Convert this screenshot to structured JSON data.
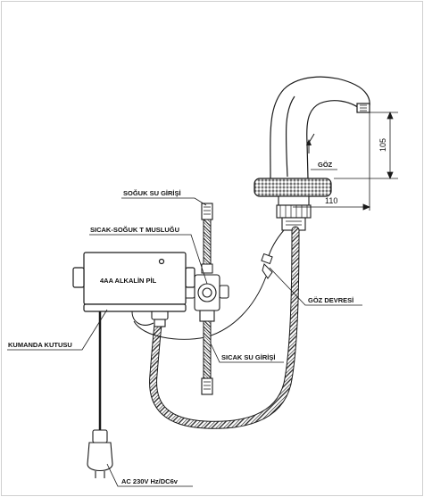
{
  "labels": {
    "soguk_su_girisi": "SOĞUK SU GİRİŞİ",
    "sicak_soguk_t_muslugu": "SICAK-SOĞUK T MUSLUĞU",
    "alkalin_pil": "4AA ALKALİN PİL",
    "goz": "GÖZ",
    "goz_devresi": "GÖZ DEVRESİ",
    "kumanda_kutusu": "KUMANDA KUTUSU",
    "sicak_su_girisi": "SICAK SU GİRİŞİ",
    "power": "AC 230V Hz/DC6v"
  },
  "dimensions": {
    "height_mm": "105",
    "reach_mm": "110"
  },
  "colors": {
    "line": "#1a1a1a",
    "frame": "#cfcfcf"
  }
}
